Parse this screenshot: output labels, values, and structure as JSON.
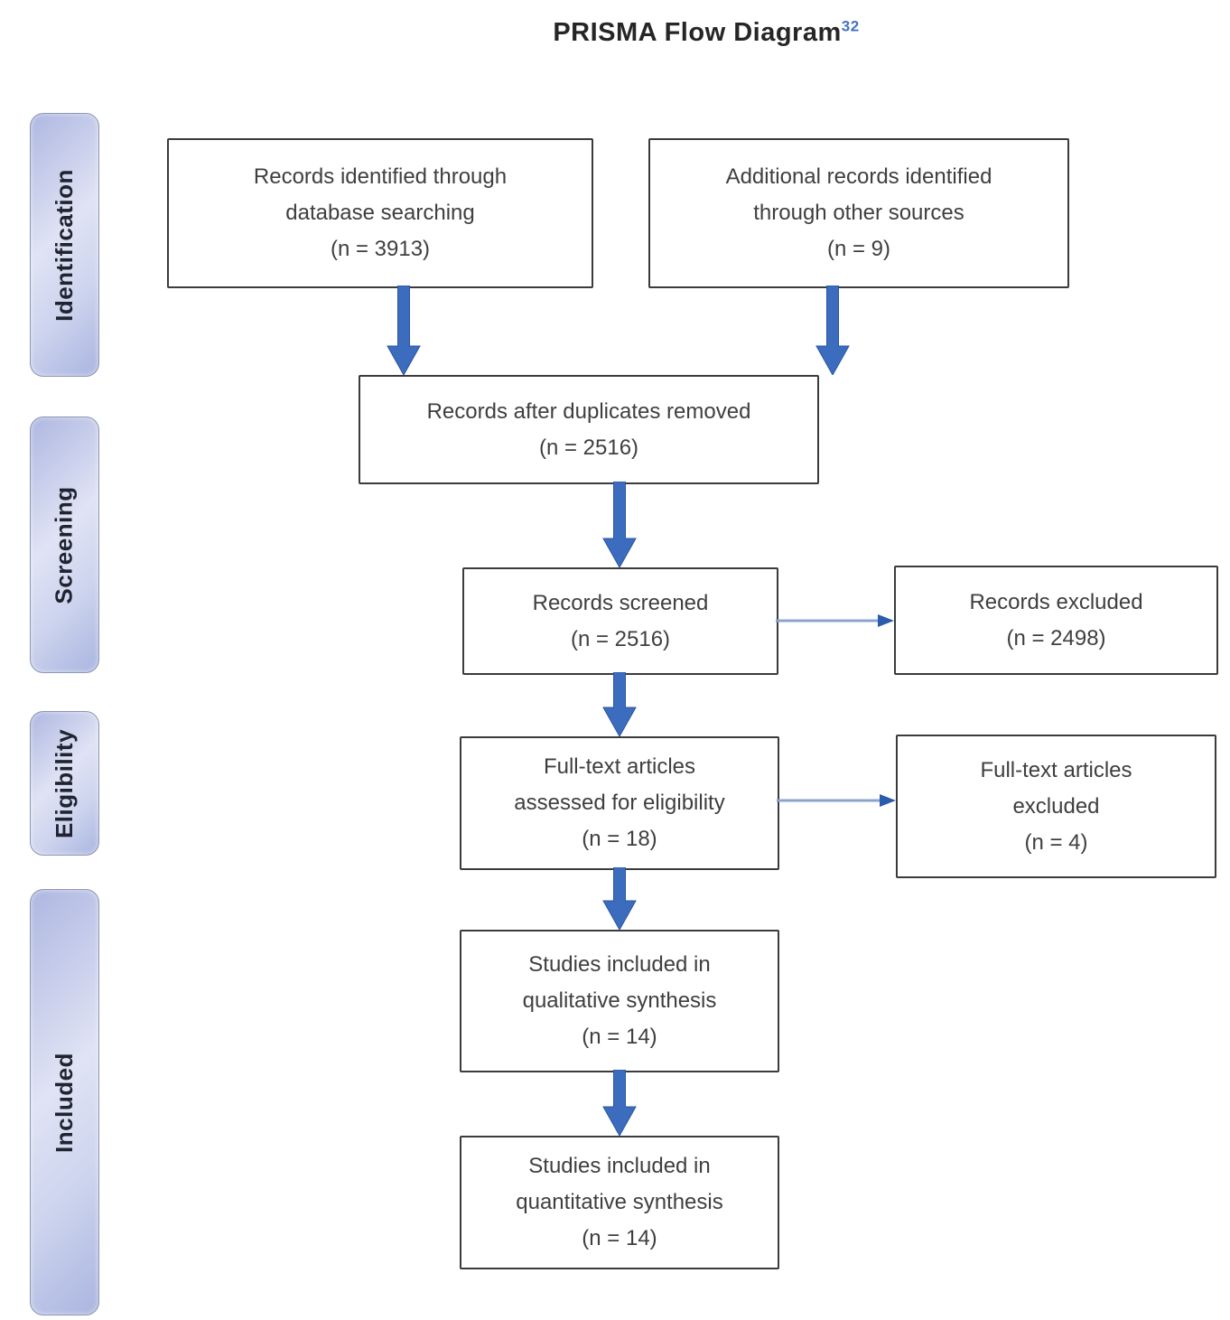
{
  "title": {
    "text": "PRISMA Flow Diagram",
    "superscript": "32"
  },
  "stages": [
    {
      "label": "Identification"
    },
    {
      "label": "Screening"
    },
    {
      "label": "Eligibility"
    },
    {
      "label": "Included"
    }
  ],
  "boxes": [
    {
      "id": "records-identified",
      "text": "Records identified through\ndatabase searching\n(n = 3913)"
    },
    {
      "id": "additional-records",
      "text": "Additional records identified\nthrough other sources\n(n = 9)"
    },
    {
      "id": "duplicates-removed",
      "text": "Records after duplicates removed\n(n = 2516)"
    },
    {
      "id": "records-screened",
      "text": "Records screened\n(n = 2516)"
    },
    {
      "id": "records-excluded",
      "text": "Records excluded\n(n = 2498)"
    },
    {
      "id": "fulltext-assessed",
      "text": "Full-text articles\nassessed for eligibility\n(n = 18)"
    },
    {
      "id": "fulltext-excluded",
      "text": "Full-text articles\nexcluded\n(n = 4)"
    },
    {
      "id": "qualitative-synthesis",
      "text": "Studies included in\nqualitative synthesis\n(n = 14)"
    },
    {
      "id": "quantitative-synthesis",
      "text": "Studies included in\nquantitative synthesis\n(n = 14)"
    }
  ],
  "colors": {
    "arrow_fill": "#3c6cbe",
    "arrow_stroke": "#2b559f",
    "connector_line": "#8aa5cd",
    "connector_head": "#2a5cab",
    "stage_fill_dark": "#aab5e0",
    "stage_fill_light": "#dfe3f4",
    "stage_border": "#8d96b2",
    "box_border": "#3b3b3b",
    "superscript_blue": "#4472c4"
  }
}
